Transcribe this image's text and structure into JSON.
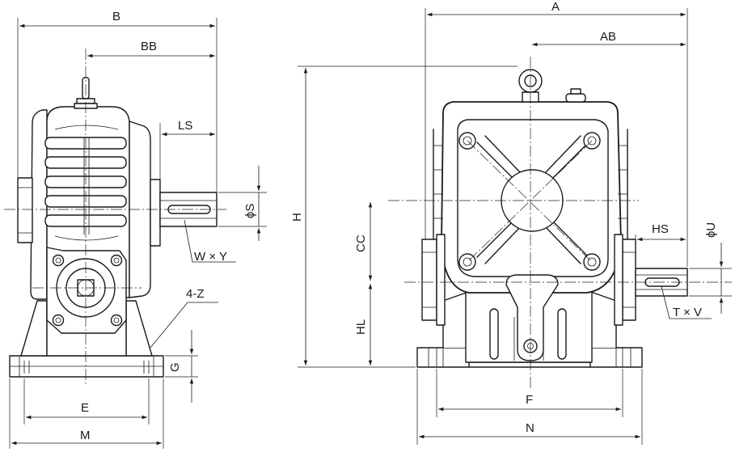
{
  "labels": {
    "B": "B",
    "BB": "BB",
    "LS": "LS",
    "phiS": "ϕS",
    "WY": "W × Y",
    "Z4": "4-Z",
    "G": "G",
    "E": "E",
    "M": "M",
    "A": "A",
    "AB": "AB",
    "H": "H",
    "CC": "CC",
    "HL": "HL",
    "HS": "HS",
    "phiU": "ϕU",
    "TV": "T × V",
    "F": "F",
    "N": "N"
  }
}
